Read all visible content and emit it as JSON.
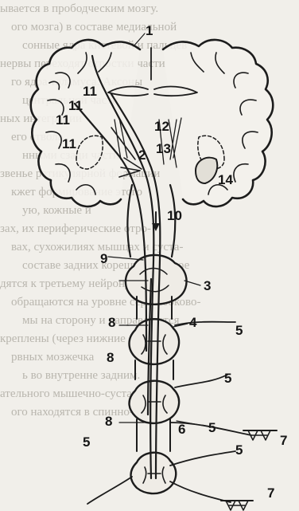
{
  "background_text": [
    "ывается в прободческим мозгу.",
    "ого мозга) в составе медиальной",
    "сонные ядра кистевой и пальцев",
    "нервы переходят отростки части",
    "го ядра таламуса. Аксоны",
    "центральной части",
    "ных интеграции",
    "его ствола",
    "нными сзади части",
    "звенье ретикулярной формации",
    "кжет формирование этого",
    "ую, кожные и",
    "зах, их периферические отро-",
    "вах, сухожилиях мышцах и суста-",
    "составе задних корешков в серое",
    "дятся к третьему нейрону. Аксоны",
    "обращаются на уровне серии боково-",
    "мы на сторону и направляются",
    "креплены (через нижние",
    "рвных мозжечка",
    "ь во внутренне задним.",
    "ательного мышечно-суставного-",
    "ого находятся в спинно-"
  ],
  "labels": {
    "l1": "1",
    "l2": "2",
    "l3": "3",
    "l4": "4",
    "l5a": "5",
    "l5b": "5",
    "l5c": "5",
    "l5d": "5",
    "l5e": "5",
    "l6": "6",
    "l7a": "7",
    "l7b": "7",
    "l8a": "8",
    "l8b": "8",
    "l8c": "8",
    "l9": "9",
    "l10": "10",
    "l11a": "11",
    "l11b": "11",
    "l11c": "11",
    "l11d": "11",
    "l12": "12",
    "l13": "13",
    "l14": "14"
  }
}
